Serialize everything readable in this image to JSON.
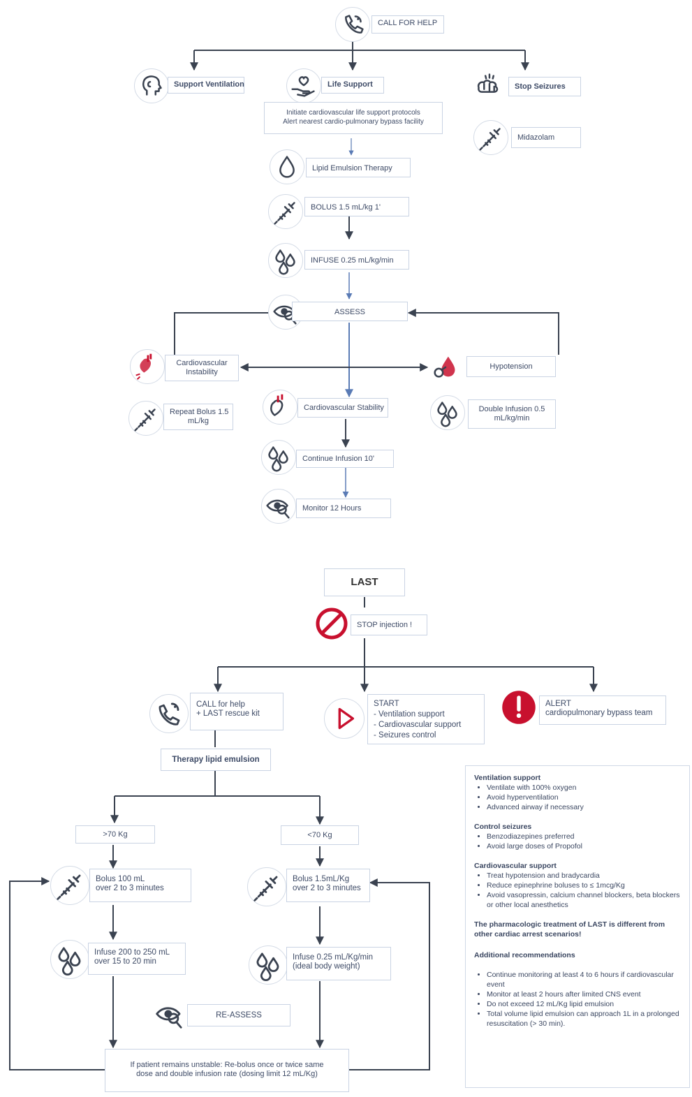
{
  "top": {
    "call_for_help": "CALL FOR HELP",
    "support_ventilation": "Support Ventilation",
    "life_support": "Life Support",
    "stop_seizures": "Stop Seizures",
    "life_support_note": [
      "Initiate cardiovascular life support protocols",
      "Alert nearest cardio-pulmonary bypass facility"
    ],
    "midazolam": "Midazolam",
    "lipid_emulsion_therapy": "Lipid Emulsion Therapy",
    "bolus": "BOLUS 1.5 mL/kg 1'",
    "infuse": "INFUSE 0.25 mL/kg/min",
    "assess": "ASSESS",
    "cardio_instability": [
      "Cardiovascular",
      "Instability"
    ],
    "hypotension": "Hypotension",
    "cardio_stability": "Cardiovascular Stability",
    "repeat_bolus": [
      "Repeat Bolus 1.5",
      "mL/kg"
    ],
    "double_infusion": [
      "Double Infusion 0.5",
      "mL/kg/min"
    ],
    "continue_infusion": "Continue Infusion 10'",
    "monitor": "Monitor 12 Hours"
  },
  "bottom": {
    "title": "LAST",
    "stop_injection": "STOP injection !",
    "call_help": [
      "CALL for help",
      "+ LAST rescue kit"
    ],
    "start": [
      "START",
      "- Ventilation support",
      "- Cardiovascular support",
      "- Seizures control"
    ],
    "alert": [
      "ALERT",
      "cardiopulmonary bypass team"
    ],
    "therapy": "Therapy lipid emulsion",
    "over70": ">70 Kg",
    "under70": "<70 Kg",
    "bolus_left": [
      "Bolus 100 mL",
      "over 2 to 3 minutes"
    ],
    "bolus_right": [
      "Bolus 1.5mL/Kg",
      "over 2 to 3 minutes"
    ],
    "infuse_left": [
      "Infuse 200 to 250 mL",
      "over 15 to 20 min"
    ],
    "infuse_right": [
      "Infuse 0.25 mL/Kg/min",
      "(ideal body weight)"
    ],
    "reassess": "RE-ASSESS",
    "unstable": [
      "If patient remains unstable: Re-bolus once or twice same",
      "dose and double infusion rate (dosing limit 12 mL/Kg)"
    ]
  },
  "sidebar": {
    "ventilation_title": "Ventilation support",
    "ventilation_items": [
      "Ventilate with 100% oxygen",
      "Avoid hyperventilation",
      "Advanced airway if necessary"
    ],
    "seizures_title": "Control seizures",
    "seizures_items": [
      "Benzodiazepines preferred",
      "Avoid large doses of Propofol"
    ],
    "cardio_title": "Cardiovascular support",
    "cardio_items": [
      "Treat hypotension and bradycardia",
      "Reduce epinephrine boluses to ≤ 1mcg/Kg",
      "Avoid vasopressin, calcium channel blockers, beta blockers or other local anesthetics"
    ],
    "warning": "The pharmacologic treatment of LAST is different from other cardiac arrest scenarios!",
    "additional_title": "Additional recommendations",
    "additional_items": [
      "Continue monitoring at least 4 to 6 hours if cardiovascular event",
      "Monitor at least 2 hours after limited CNS event",
      "Do not exceed 12 mL/Kg lipid emulsion",
      "Total volume lipid emulsion can approach 1L in a prolonged resuscitation (> 30 min)."
    ]
  },
  "colors": {
    "accent_red": "#c8102e",
    "line": "#3a4250",
    "box_border": "#c9d3e3",
    "arrow_blue": "#5a7bb5"
  },
  "icons": [
    "phone-icon",
    "head-icon",
    "heart-hand-icon",
    "brain-icon",
    "syringe-icon",
    "drop-icon",
    "drops-icon",
    "eye-magnifier-icon",
    "heart-icon",
    "blood-drop-icon",
    "stop-icon",
    "play-icon",
    "alert-icon"
  ]
}
